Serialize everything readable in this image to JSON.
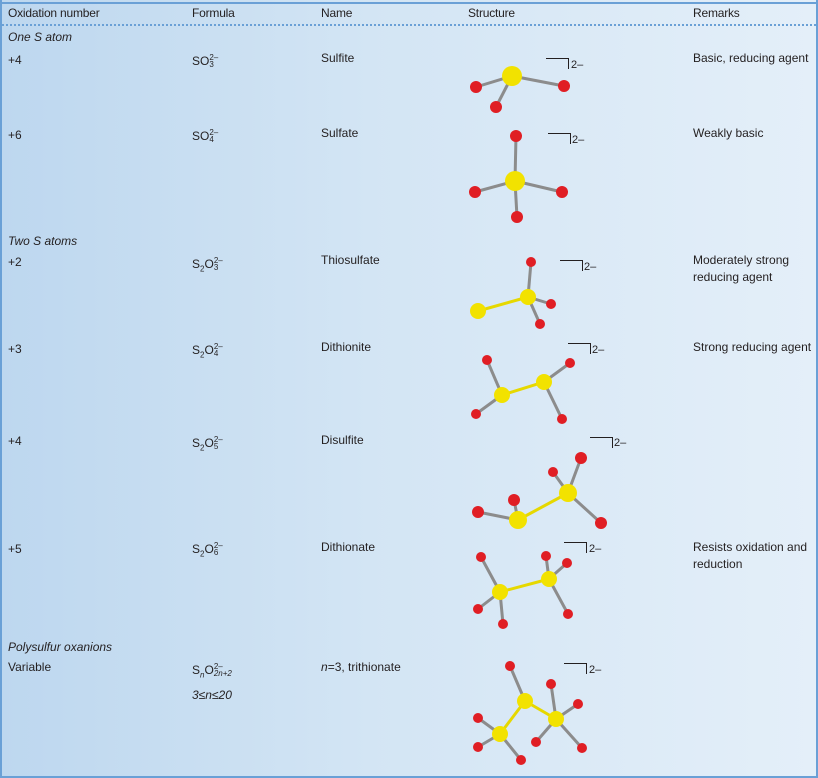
{
  "headers": {
    "oxidation": "Oxidation number",
    "formula": "Formula",
    "name": "Name",
    "structure": "Structure",
    "remarks": "Remarks"
  },
  "sections": {
    "one_s": "One S atom",
    "two_s": "Two S atoms",
    "poly": "Polysulfur oxanions"
  },
  "rows": [
    {
      "ox": "+4",
      "f_pre": "SO",
      "f_sup": "2–",
      "f_sub": "3",
      "name": "Sulfite",
      "remarks": [
        "Basic, reducing agent"
      ],
      "charge": "2–"
    },
    {
      "ox": "+6",
      "f_pre": "SO",
      "f_sup": "2–",
      "f_sub": "4",
      "name": "Sulfate",
      "remarks": [
        "Weakly basic"
      ],
      "charge": "2–"
    },
    {
      "ox": "+2",
      "f_pre": "S",
      "f_presub": "2",
      "f_mid": "O",
      "f_sup": "2–",
      "f_sub": "3",
      "name": "Thiosulfate",
      "remarks": [
        "Moderately strong",
        "reducing agent"
      ],
      "charge": "2–"
    },
    {
      "ox": "+3",
      "f_pre": "S",
      "f_presub": "2",
      "f_mid": "O",
      "f_sup": "2–",
      "f_sub": "4",
      "name": "Dithionite",
      "remarks": [
        "Strong reducing agent"
      ],
      "charge": "2–"
    },
    {
      "ox": "+4",
      "f_pre": "S",
      "f_presub": "2",
      "f_mid": "O",
      "f_sup": "2–",
      "f_sub": "5",
      "name": "Disulfite",
      "remarks": [],
      "charge": "2–"
    },
    {
      "ox": "+5",
      "f_pre": "S",
      "f_presub": "2",
      "f_mid": "O",
      "f_sup": "2–",
      "f_sub": "6",
      "name": "Dithionate",
      "remarks": [
        "Resists oxidation and",
        "reduction"
      ],
      "charge": "2–"
    },
    {
      "ox": "Variable",
      "f_pre": "S",
      "f_presub": "n",
      "f_mid": "O",
      "f_sup": "2–",
      "f_sub": "2n+2",
      "f_range": "3≤n≤20",
      "name_n": "n",
      "name": "=3, trithionate",
      "remarks": [],
      "charge": "2–"
    }
  ],
  "colors": {
    "sulfur": "#f2e200",
    "oxygen": "#e01e24",
    "bond_gray": "#8c8c8c",
    "rule_blue": "#6aa0d6"
  }
}
